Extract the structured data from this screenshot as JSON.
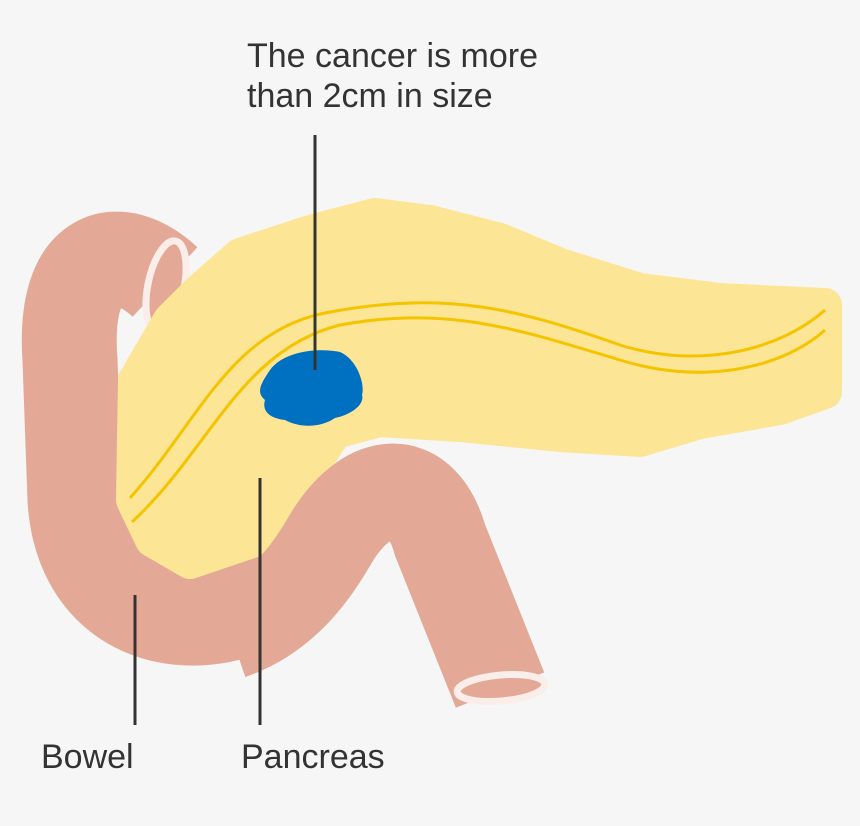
{
  "labels": {
    "cancer_line1": "The cancer is more",
    "cancer_line2": "than 2cm in size",
    "bowel": "Bowel",
    "pancreas": "Pancreas"
  },
  "colors": {
    "background": "#f6f6f6",
    "bowel": "#e3a996",
    "pancreas": "#fde596",
    "duct": "#f5c400",
    "tumor": "#0070c0",
    "text": "#333333"
  }
}
